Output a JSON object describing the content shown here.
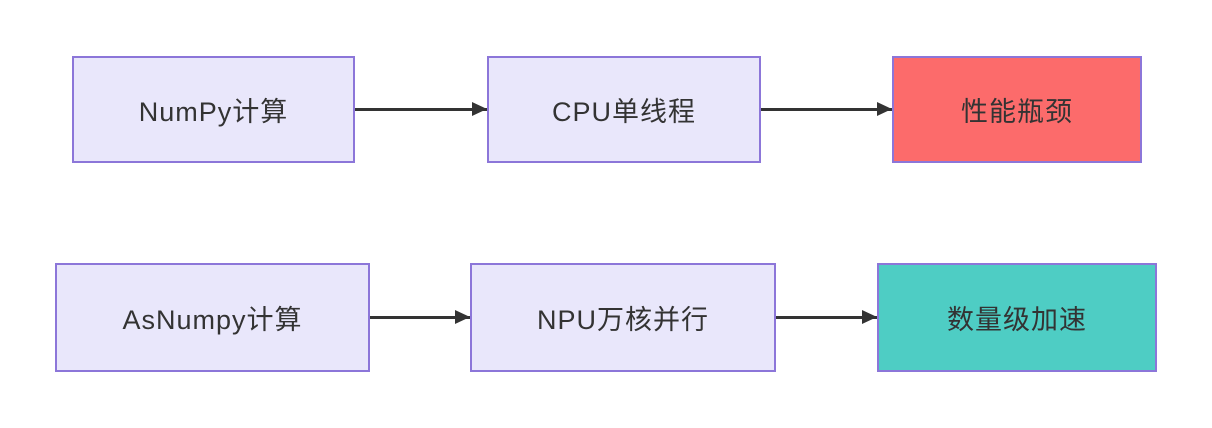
{
  "diagram": {
    "type": "flowchart",
    "background_color": "#ffffff",
    "node_border_color": "#8C76D9",
    "text_color": "#333333",
    "arrow_color": "#333333",
    "rows": [
      {
        "nodes": [
          {
            "id": "numpy-compute",
            "label": "NumPy计算",
            "fill": "#E9E7FB"
          },
          {
            "id": "cpu-single-thread",
            "label": "CPU单线程",
            "fill": "#E9E7FB"
          },
          {
            "id": "performance-bottleneck",
            "label": "性能瓶颈",
            "fill": "#FC6B6B"
          }
        ]
      },
      {
        "nodes": [
          {
            "id": "asnumpy-compute",
            "label": "AsNumpy计算",
            "fill": "#E9E7FB"
          },
          {
            "id": "npu-parallel",
            "label": "NPU万核并行",
            "fill": "#E9E7FB"
          },
          {
            "id": "orders-of-magnitude-speedup",
            "label": "数量级加速",
            "fill": "#4ECDC4"
          }
        ]
      }
    ],
    "edges": [
      {
        "from": "numpy-compute",
        "to": "cpu-single-thread"
      },
      {
        "from": "cpu-single-thread",
        "to": "performance-bottleneck"
      },
      {
        "from": "asnumpy-compute",
        "to": "npu-parallel"
      },
      {
        "from": "npu-parallel",
        "to": "orders-of-magnitude-speedup"
      }
    ]
  }
}
